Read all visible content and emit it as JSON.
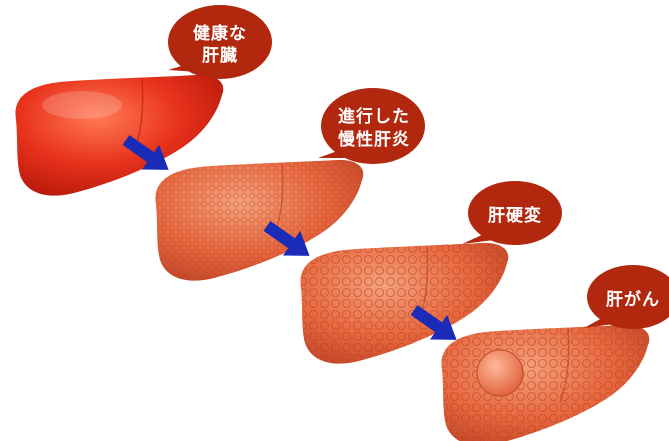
{
  "stages": [
    {
      "label_lines": [
        "健康な",
        "肝臓"
      ],
      "liver_color": "#e8321c"
    },
    {
      "label_lines": [
        "進行した",
        "慢性肝炎"
      ],
      "liver_color": "#e85a3a"
    },
    {
      "label_lines": [
        "肝硬変"
      ],
      "liver_color": "#e8683f"
    },
    {
      "label_lines": [
        "肝がん"
      ],
      "liver_color": "#e8683f"
    }
  ],
  "colors": {
    "bubble": "#b2280e",
    "arrow": "#1a2bb8",
    "background": "#ffffff"
  }
}
